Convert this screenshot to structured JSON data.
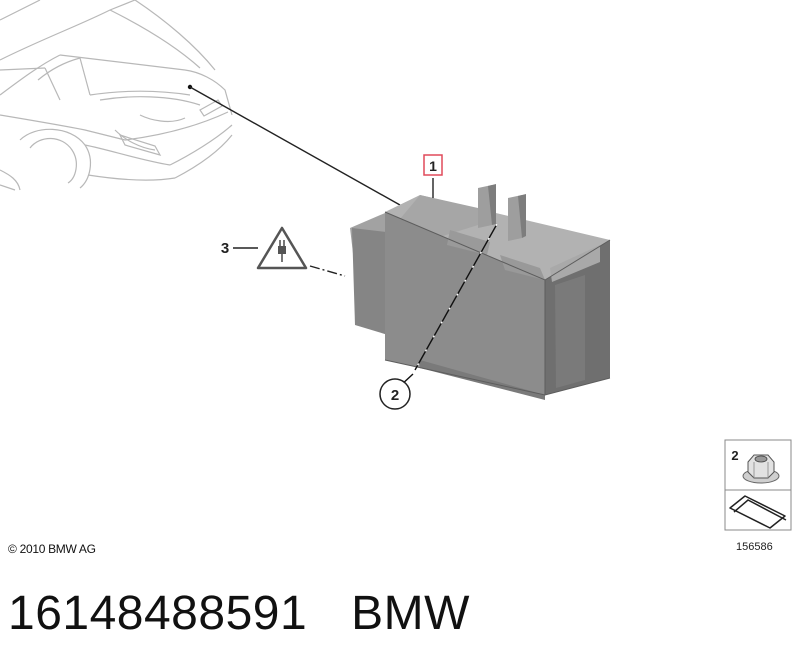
{
  "diagram": {
    "callouts": [
      {
        "id": "callout-1",
        "label": "1"
      },
      {
        "id": "callout-2",
        "label": "2"
      },
      {
        "id": "callout-3",
        "label": "3"
      }
    ],
    "legend": {
      "item_number": "2",
      "icons": [
        "hex-flange-nut-icon",
        "install-direction-arrow-icon"
      ]
    },
    "warning_icon": "electric-plug-warning-icon",
    "copyright": "© 2010 BMW AG",
    "image_id": "156586"
  },
  "caption": {
    "part_number": "16148488591",
    "brand": "BMW"
  },
  "colors": {
    "highlight": "#e04a5a",
    "part_body": "#8a8a8a",
    "line_art": "#b5b5b5"
  }
}
